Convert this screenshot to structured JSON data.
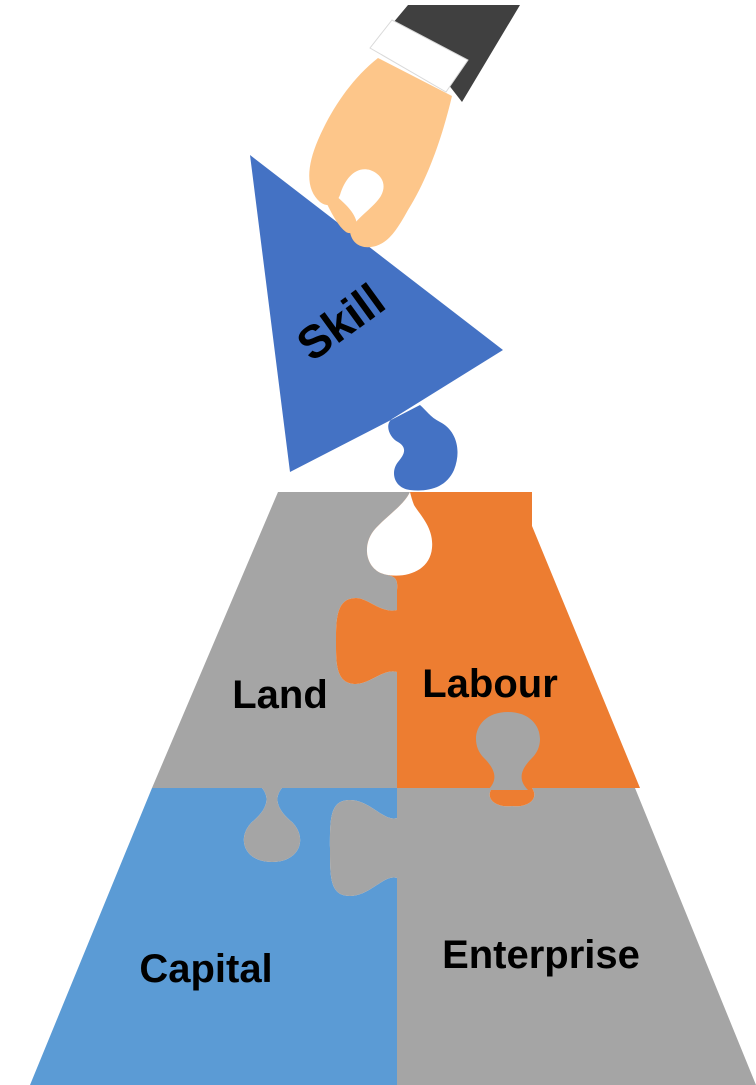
{
  "pieces": {
    "skill": {
      "label": "Skill",
      "color": "#4472C4"
    },
    "land": {
      "label": "Land",
      "color": "#A5A5A5"
    },
    "labour": {
      "label": "Labour",
      "color": "#ED7D31"
    },
    "capital": {
      "label": "Capital",
      "color": "#5B9BD5"
    },
    "enterprise": {
      "label": "Enterprise",
      "color": "#A5A5A5"
    }
  },
  "hand": {
    "skin_color": "#FDC68A",
    "cuff_color": "#FFFFFF",
    "sleeve_color": "#404040"
  }
}
